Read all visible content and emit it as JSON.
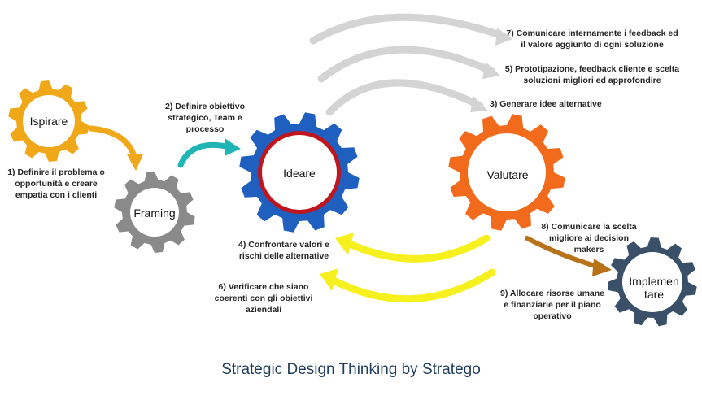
{
  "caption": "Strategic Design Thinking by Stratego",
  "gears": {
    "ispirare": {
      "label": "Ispirare",
      "color": "#f0a818"
    },
    "framing": {
      "label": "Framing",
      "color": "#8a8a8a"
    },
    "ideare": {
      "label": "Ideare",
      "color": "#1f5fbf",
      "ring": "#c0151d"
    },
    "valutare": {
      "label": "Valutare",
      "color": "#f26a1b"
    },
    "implementare": {
      "label_line1": "Implemen",
      "label_line2": "tare",
      "color": "#3a5068"
    }
  },
  "steps": {
    "s1": {
      "line1": "1) Definire il problema o",
      "line2": "opportunità e  creare",
      "line3": "empatia con i clienti"
    },
    "s2": {
      "line1": "2) Definire obiettivo",
      "line2": "strategico, Team e",
      "line3": "processo"
    },
    "s3": {
      "line1": "3) Generare idee alternative"
    },
    "s4": {
      "line1": "4) Confrontare valori e",
      "line2": "rischi delle alternative"
    },
    "s5": {
      "line1": "5) Prototipazione, feedback cliente e scelta",
      "line2": "soluzioni migliori ed approfondire"
    },
    "s6": {
      "line1": "6) Verificare che siano",
      "line2": "coerenti con gli obiettivi",
      "line3": "aziendali"
    },
    "s7": {
      "line1": "7) Comunicare internamente i feedback ed",
      "line2": "il valore aggiunto di ogni soluzione"
    },
    "s8": {
      "line1": "8) Comunicare la scelta",
      "line2": "migliore ai decision",
      "line3": "makers"
    },
    "s9": {
      "line1": "9) Allocare risorse umane",
      "line2": "e finanziarie per il piano",
      "line3": "operativo"
    }
  },
  "arrow_colors": {
    "ispirare_to_framing": "#f0a818",
    "framing_to_ideare": "#1fb5b5",
    "ideare_to_valutare": "#d4d4d4",
    "valutare_to_ideare": "#f5f01e",
    "valutare_to_implementare": "#b8731a"
  }
}
